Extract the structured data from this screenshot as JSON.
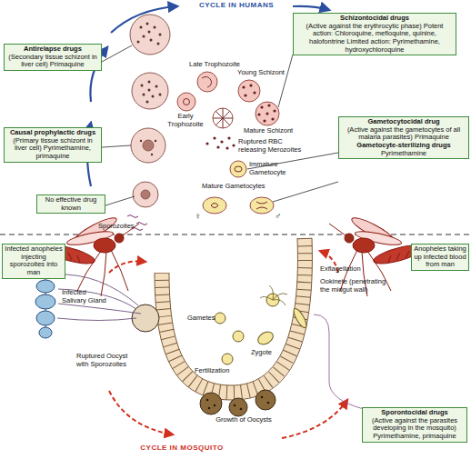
{
  "diagram": {
    "nodes": [
      {
        "text": [
          "Antirelapse drugs",
          "(Secondary tissue schizont in liver cell) Primaquine"
        ]
      },
      {
        "text": [
          "Causal prophylactic drugs",
          "(Primary tissue schizont in liver cell) Pyrimethamine, primaquine"
        ]
      },
      {
        "text": [
          "No effective drug known"
        ]
      },
      {
        "text": [
          "Schizontocidal drugs",
          "(Active against the erythrocytic phase) Potent action: Chloroquine, mefloquine, quinine, halofontrine Limited action: Pyrimethamine, hydroxychloroquine"
        ]
      },
      {
        "text": [
          "Gametocytocidal drug",
          "(Active against the gametocytes of all malaria parasites) Primaquine",
          "Gametocyte-sterilizing drugs",
          "Pyrimethamine"
        ]
      },
      {
        "text": [
          "Infected anopheles injecting sporozoites into man"
        ]
      },
      {
        "text": [
          "Anopheles taking up infected blood from man"
        ]
      },
      {
        "text": [
          "Sporontocidal drugs",
          "(Active against the parasites developing in the mosquito) Pyrimethamine, primaquine"
        ]
      }
    ],
    "labels": [
      "CYCLE IN HUMANS",
      "Early Trophozoite",
      "Late Trophozoite",
      "Young Schizont",
      "Mature Schizont",
      "Ruptured RBC releasing Merozoites",
      "Immature Gametocyte",
      "Mature Gametocytes",
      "♀",
      "♂",
      "Sporozoites",
      "Infected Salivary Gland",
      "Ruptured Oocyst with Sporozoites",
      "Growth of Oocysts",
      "Fertilization",
      "Gametes",
      "Zygote",
      "Exflagellation",
      "Ookinete (penetrating the midgut wall)",
      "CYCLE IN MOSQUITO"
    ]
  }
}
